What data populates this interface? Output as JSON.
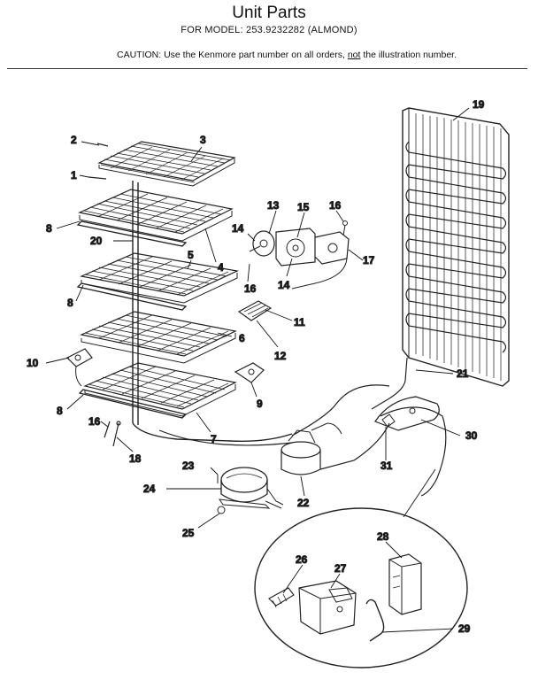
{
  "header": {
    "title": "Unit Parts",
    "model_line": "FOR MODEL: 253.9232282  (ALMOND)",
    "caution_prefix": "CAUTION:  Use the Kenmore part number on all orders, ",
    "caution_underlined": "not",
    "caution_suffix": " the illustration number."
  },
  "callouts": {
    "c1": "1",
    "c2": "2",
    "c3": "3",
    "c4": "4",
    "c5": "5",
    "c6": "6",
    "c7": "7",
    "c8a": "8",
    "c8b": "8",
    "c8c": "8",
    "c9": "9",
    "c10": "10",
    "c11": "11",
    "c12": "12",
    "c13": "13",
    "c14a": "14",
    "c14b": "14",
    "c15": "15",
    "c16a": "16",
    "c16b": "16",
    "c16c": "16",
    "c17": "17",
    "c18": "18",
    "c19": "19",
    "c20": "20",
    "c21": "21",
    "c22": "22",
    "c23": "23",
    "c24": "24",
    "c25": "25",
    "c26": "26",
    "c27": "27",
    "c28": "28",
    "c29": "29",
    "c30": "30",
    "c31": "31"
  }
}
